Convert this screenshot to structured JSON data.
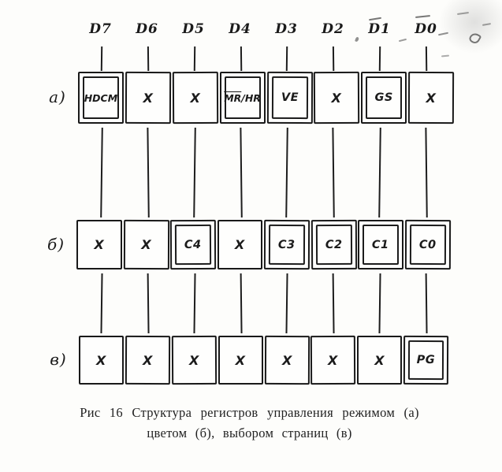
{
  "figure": {
    "bit_labels": [
      "D7",
      "D6",
      "D5",
      "D4",
      "D3",
      "D2",
      "D1",
      "D0"
    ],
    "registers": [
      {
        "key": "a",
        "label": "а)",
        "description": "register of mode control",
        "cells": [
          {
            "text": "HDCM",
            "boxed": true
          },
          {
            "text": "X",
            "boxed": false
          },
          {
            "text": "X",
            "boxed": false
          },
          {
            "over": "MR",
            "text": "/HR",
            "boxed": true
          },
          {
            "text": "VE",
            "boxed": true
          },
          {
            "text": "X",
            "boxed": false
          },
          {
            "text": "GS",
            "boxed": true
          },
          {
            "text": "X",
            "boxed": false
          }
        ]
      },
      {
        "key": "b",
        "label": "б)",
        "description": "register of color control",
        "cells": [
          {
            "text": "X",
            "boxed": false
          },
          {
            "text": "X",
            "boxed": false
          },
          {
            "text": "C4",
            "boxed": true
          },
          {
            "text": "X",
            "boxed": false
          },
          {
            "text": "C3",
            "boxed": true
          },
          {
            "text": "C2",
            "boxed": true
          },
          {
            "text": "C1",
            "boxed": true
          },
          {
            "text": "C0",
            "boxed": true
          }
        ]
      },
      {
        "key": "v",
        "label": "в)",
        "description": "register of page select",
        "cells": [
          {
            "text": "X",
            "boxed": false
          },
          {
            "text": "X",
            "boxed": false
          },
          {
            "text": "X",
            "boxed": false
          },
          {
            "text": "X",
            "boxed": false
          },
          {
            "text": "X",
            "boxed": false
          },
          {
            "text": "X",
            "boxed": false
          },
          {
            "text": "X",
            "boxed": false
          },
          {
            "text": "PG",
            "boxed": true
          }
        ]
      }
    ],
    "caption": {
      "line1": "Рис 16 Структура регистров управления режимом (а)",
      "line2": "цветом (б), выбором страниц (в)"
    }
  }
}
